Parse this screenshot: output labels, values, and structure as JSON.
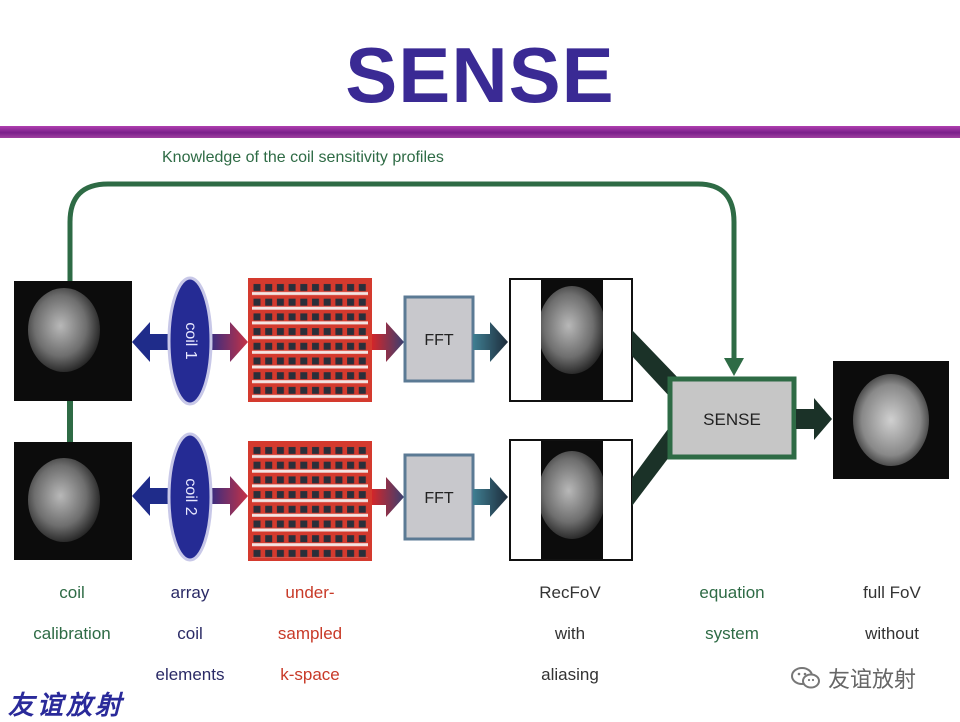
{
  "slide": {
    "title": "SENSE",
    "knowledge_label": "Knowledge of the coil sensitivity profiles",
    "fft_label": "FFT",
    "sense_box_label": "SENSE",
    "coils": [
      "coil 1",
      "coil 2"
    ],
    "columns": [
      {
        "lines": [
          "coil",
          "calibration"
        ],
        "color": "#2e6b45"
      },
      {
        "lines": [
          "array",
          "coil",
          "elements"
        ],
        "color": "#2a2a66"
      },
      {
        "lines": [
          "under-",
          "sampled",
          "k-space"
        ],
        "color": "#c83a28"
      },
      {
        "lines": [
          "RecFoV",
          "with",
          "aliasing"
        ],
        "color": "#333333"
      },
      {
        "lines": [
          "equation",
          "system"
        ],
        "color": "#2e6b45"
      },
      {
        "lines": [
          "full FoV",
          "without"
        ],
        "color": "#333333"
      }
    ],
    "watermark_left": "友谊放射",
    "watermark_right": "友谊放射"
  }
}
